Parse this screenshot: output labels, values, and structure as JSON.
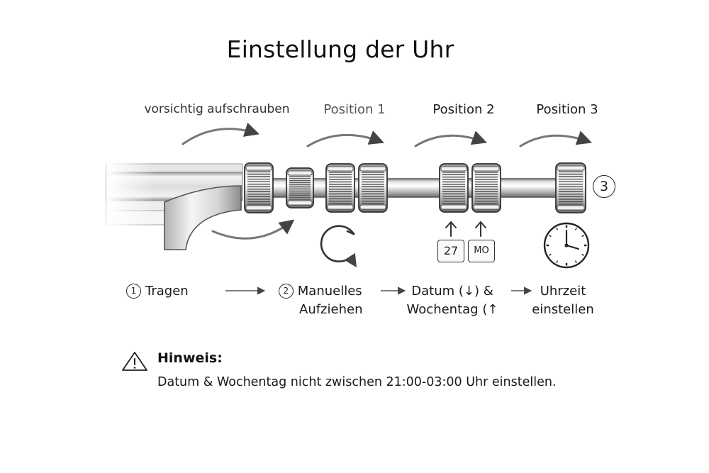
{
  "title": "Einstellung der Uhr",
  "top_labels": {
    "unscrew": "vorsichtig aufschrauben",
    "position_1": "Position 1",
    "position_2": "Position 2",
    "position_3": "Position 3"
  },
  "position_marker": "3",
  "calendar": {
    "date": "27",
    "weekday": "MO"
  },
  "steps": [
    {
      "number": "1",
      "label": "Tragen"
    },
    {
      "number": "2",
      "line1": "Manuelles",
      "line2": "Aufziehen"
    },
    {
      "line1": "Datum (↓) &",
      "line2": "Wochentag (↑"
    },
    {
      "line1": "Uhrzeit",
      "line2": "einstellen"
    }
  ],
  "hint": {
    "title": "Hinweis:",
    "text": "Datum & Wochentag  nicht zwischen 21:00-03:00 Uhr einstellen."
  },
  "colors": {
    "ink": "#1a1a1a",
    "arrow_gray": "#6f6f6f",
    "metal": "#c9c9c9"
  },
  "icons": [
    "rotate-icon",
    "up-arrow-icon",
    "clock-icon",
    "warning-icon"
  ]
}
